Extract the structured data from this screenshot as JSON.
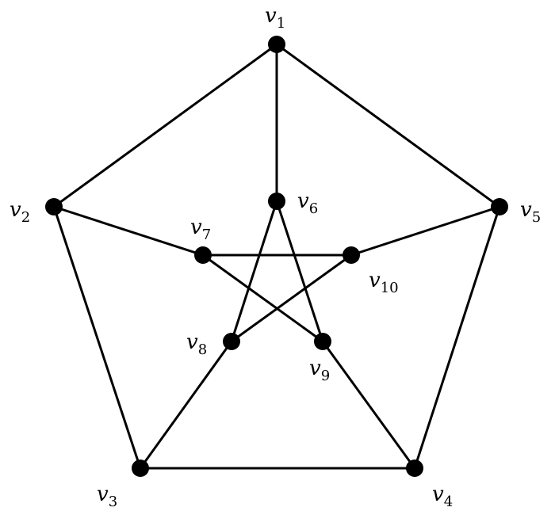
{
  "graph": {
    "vertices": [
      {
        "id": "v1",
        "letter": "v",
        "sub": "1"
      },
      {
        "id": "v2",
        "letter": "v",
        "sub": "2"
      },
      {
        "id": "v3",
        "letter": "v",
        "sub": "3"
      },
      {
        "id": "v4",
        "letter": "v",
        "sub": "4"
      },
      {
        "id": "v5",
        "letter": "v",
        "sub": "5"
      },
      {
        "id": "v6",
        "letter": "v",
        "sub": "6"
      },
      {
        "id": "v7",
        "letter": "v",
        "sub": "7"
      },
      {
        "id": "v8",
        "letter": "v",
        "sub": "8"
      },
      {
        "id": "v9",
        "letter": "v",
        "sub": "9"
      },
      {
        "id": "v10",
        "letter": "v",
        "sub": "10"
      }
    ],
    "edges": [
      [
        "v1",
        "v2"
      ],
      [
        "v2",
        "v3"
      ],
      [
        "v3",
        "v4"
      ],
      [
        "v4",
        "v5"
      ],
      [
        "v5",
        "v1"
      ],
      [
        "v1",
        "v6"
      ],
      [
        "v2",
        "v7"
      ],
      [
        "v3",
        "v8"
      ],
      [
        "v4",
        "v9"
      ],
      [
        "v5",
        "v10"
      ],
      [
        "v6",
        "v8"
      ],
      [
        "v8",
        "v10"
      ],
      [
        "v10",
        "v7"
      ],
      [
        "v7",
        "v9"
      ],
      [
        "v9",
        "v6"
      ]
    ],
    "colors": {
      "vertex": "#000000",
      "edge": "#000000",
      "background": "#ffffff"
    }
  }
}
